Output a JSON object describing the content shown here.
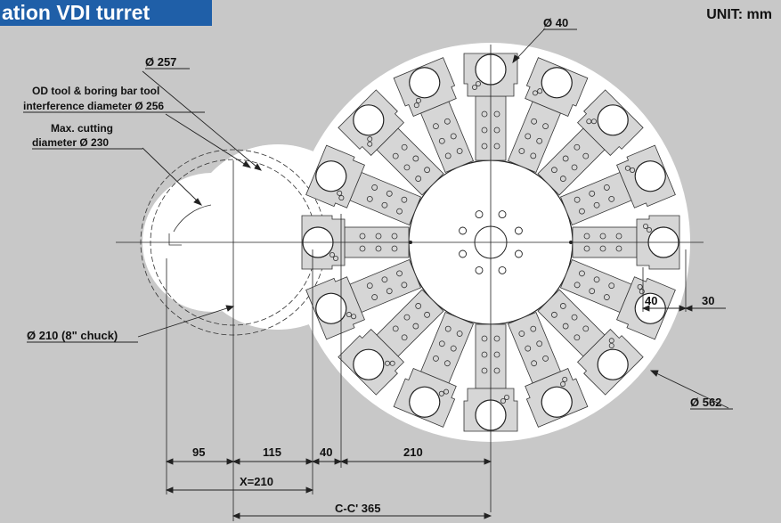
{
  "title": "ation VDI turret",
  "unit": "UNIT: mm",
  "labels": {
    "d40": "Ø 40",
    "d257": "Ø 257",
    "od_line1": "OD tool & boring bar tool",
    "od_line2": "interference diameter Ø 256",
    "max_line1": "Max. cutting",
    "max_line2": "diameter Ø 230",
    "chuck": "Ø 210 (8\" chuck)",
    "d562": "Ø 562",
    "dim40_right": "40",
    "dim30": "30"
  },
  "bottom_dims": {
    "d95": "95",
    "d115": "115",
    "d40": "40",
    "d210": "210",
    "x210": "X=210",
    "cc": "C-C' 365"
  },
  "colors": {
    "background": "#c8c8c8",
    "title_bar": "#1f5fa8",
    "turret_fill": "#ffffff",
    "line": "#111111"
  }
}
